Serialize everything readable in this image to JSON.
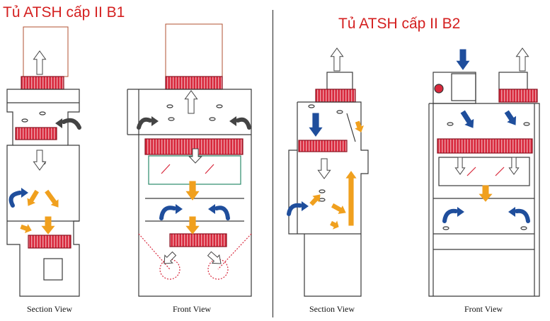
{
  "titles": {
    "b1": "Tủ ATSH cấp II B1",
    "b2": "Tủ ATSH cấp II B2"
  },
  "captions": {
    "b1_section": "Section View",
    "b1_front": "Front View",
    "b2_section": "Section View",
    "b2_front": "Front View"
  },
  "colors": {
    "title": "#d42020",
    "filter": "#d8283c",
    "arrow_orange": "#f0a01e",
    "arrow_blue": "#1f4e9c",
    "outline": "#3a3a3a",
    "hood": "#b05030"
  }
}
